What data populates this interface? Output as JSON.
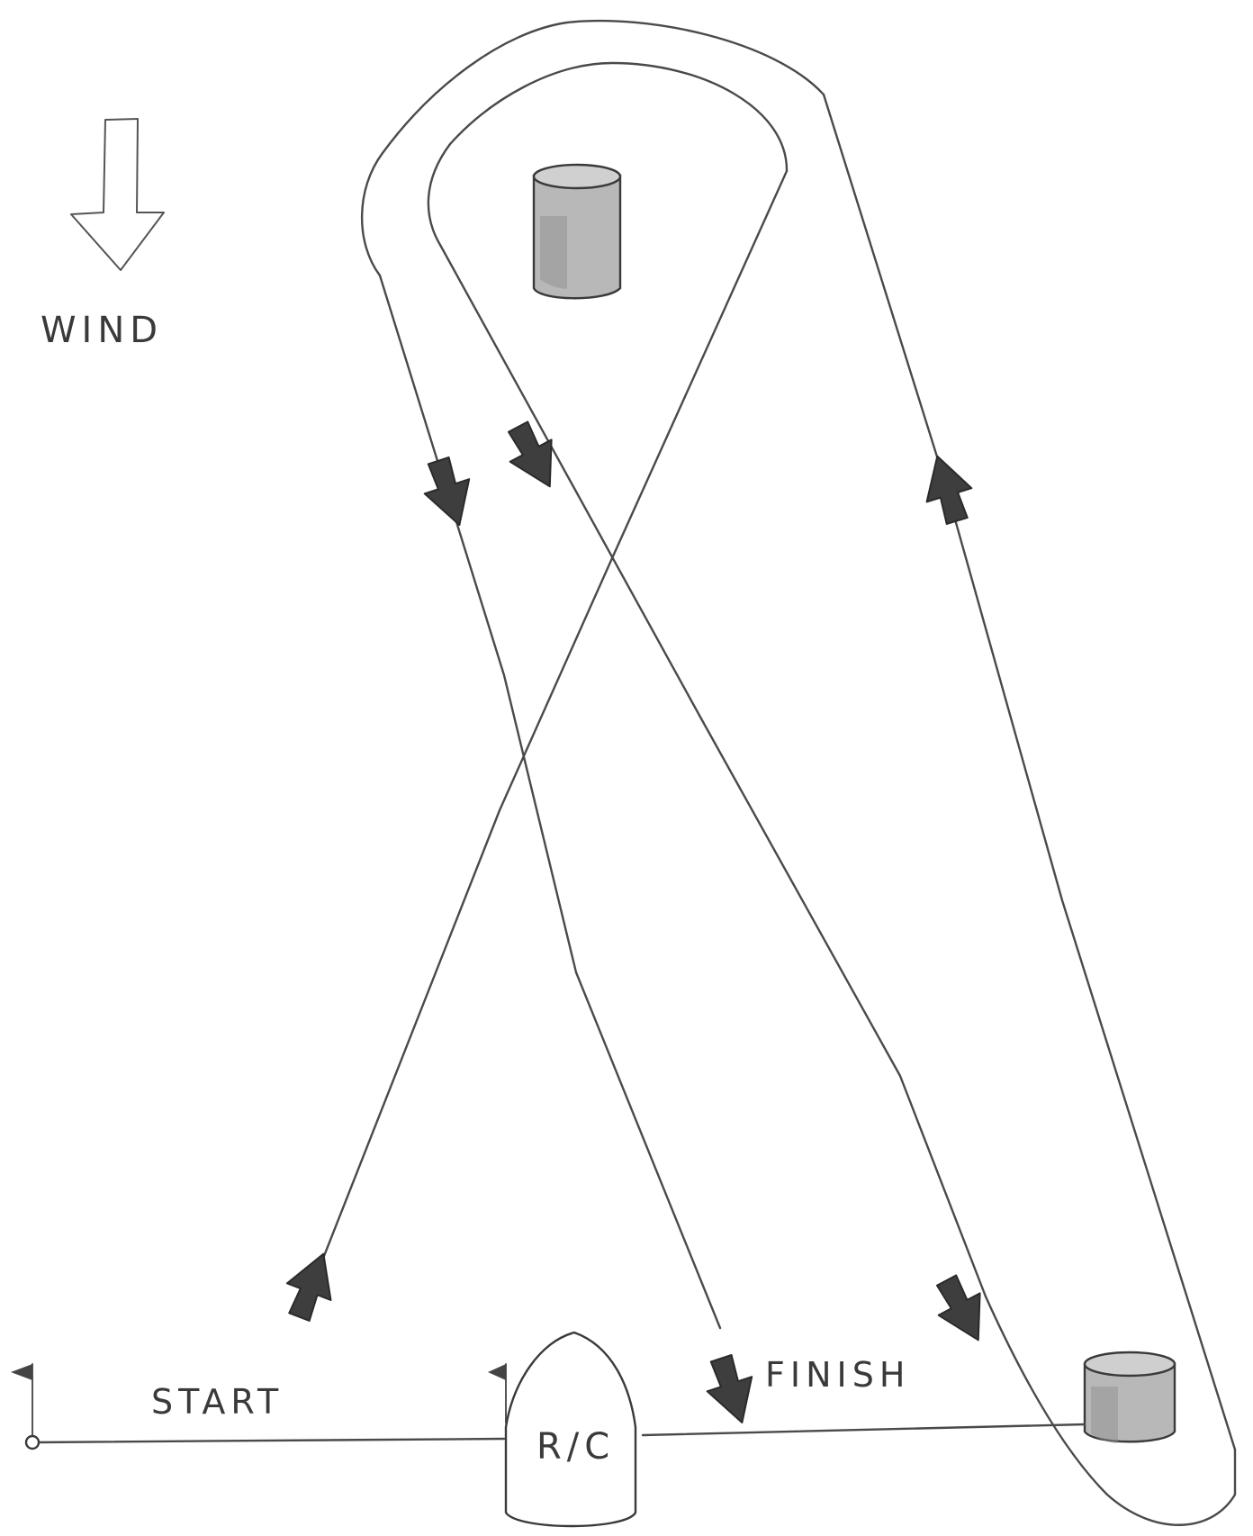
{
  "wind": {
    "label": "WIND"
  },
  "start": {
    "label": "START"
  },
  "finish": {
    "label": "FINISH"
  },
  "committee_boat": {
    "label": "R/C"
  },
  "colors": {
    "ink": "#4a4a4a",
    "mark_fill": "#b8b8b8",
    "mark_shade": "#8f8f8f",
    "flag": "#444444",
    "background": "#ffffff"
  }
}
